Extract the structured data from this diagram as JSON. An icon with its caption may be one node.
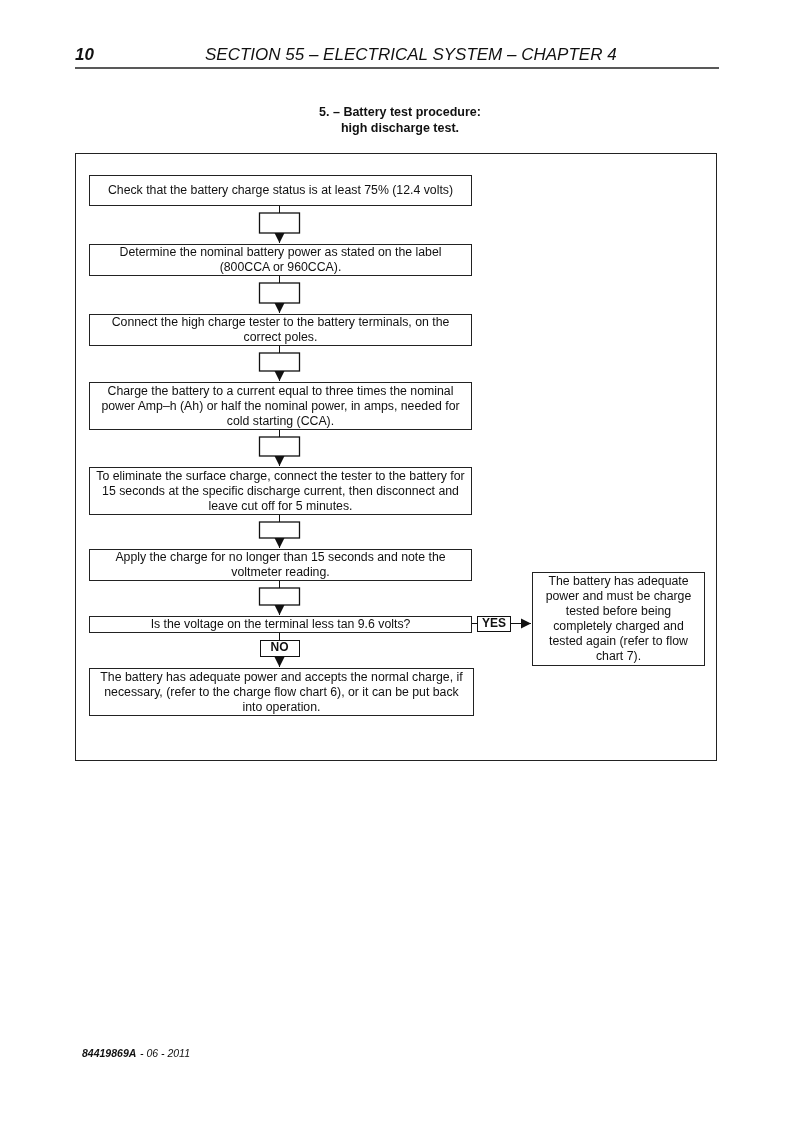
{
  "diagram": {
    "title": "5. – Battery test procedure: high discharge test.",
    "nodes": [
      {
        "text": [],
        "shape": "box"
      },
      {
        "text": [
          "Check that the battery charge status is at least 75% (12.4 volts)"
        ],
        "in": 0
      },
      {
        "text": [
          "Determine the nominal battery power as stated on the label (800CCA or 960CCA)."
        ],
        "in": 0
      },
      {
        "text": [
          "Connect the high charge tester to the battery terminals, on the correct poles."
        ],
        "in": 0
      },
      {
        "text": [
          "Charge the battery to a current equal to three times the nominal power Amp–h (Ah) or half the nominal power, in amps, needed for cold starting (CCA)."
        ],
        "in": 0
      },
      {
        "text": [
          "To eliminate the surface charge, connect the tester to the battery for 15 seconds at the specific discharge current, then disconnect and leave cut off for 5 minutes."
        ],
        "in": 0
      },
      {
        "text": [
          "Apply the charge for no longer than 15 seconds and note the voltmeter reading."
        ],
        "in": 0
      },
      {
        "text": [
          "Is the voltage on the terminal less tan 9.6 volts?"
        ],
        "in": 0
      },
      {
        "text": [
          "The battery has adequate power and must be charge tested before being completely charged and tested again (refer to flow chart 7)."
        ],
        "in": 0
      },
      {
        "text": [
          "The battery has adequate power and accepts the normal charge, if necessary, (refer to the charge flow chart 6), or it can be put back into operation."
        ],
        "in": 0
      }
    ],
    "edges": [
      {
        "from": 1,
        "to": 2,
        "arrow": "to"
      },
      {
        "from": 2,
        "to": 3,
        "arrow": "to"
      },
      {
        "from": 3,
        "to": 4,
        "arrow": "to"
      },
      {
        "from": 4,
        "to": 5,
        "arrow": "to"
      },
      {
        "from": 5,
        "to": 6,
        "arrow": "to"
      },
      {
        "from": 6,
        "to": 7,
        "arrow": "to"
      },
      {
        "from": 7,
        "to": 8,
        "arrow": "to",
        "label": "YES"
      },
      {
        "from": 7,
        "to": 9,
        "arrow": "to",
        "label": "NO"
      }
    ],
    "labels": [
      "10",
      "SECTION 55 – ELECTRICAL SYSTEM – CHAPTER 4",
      "84419869A",
      "- 06 - 2011"
    ]
  }
}
